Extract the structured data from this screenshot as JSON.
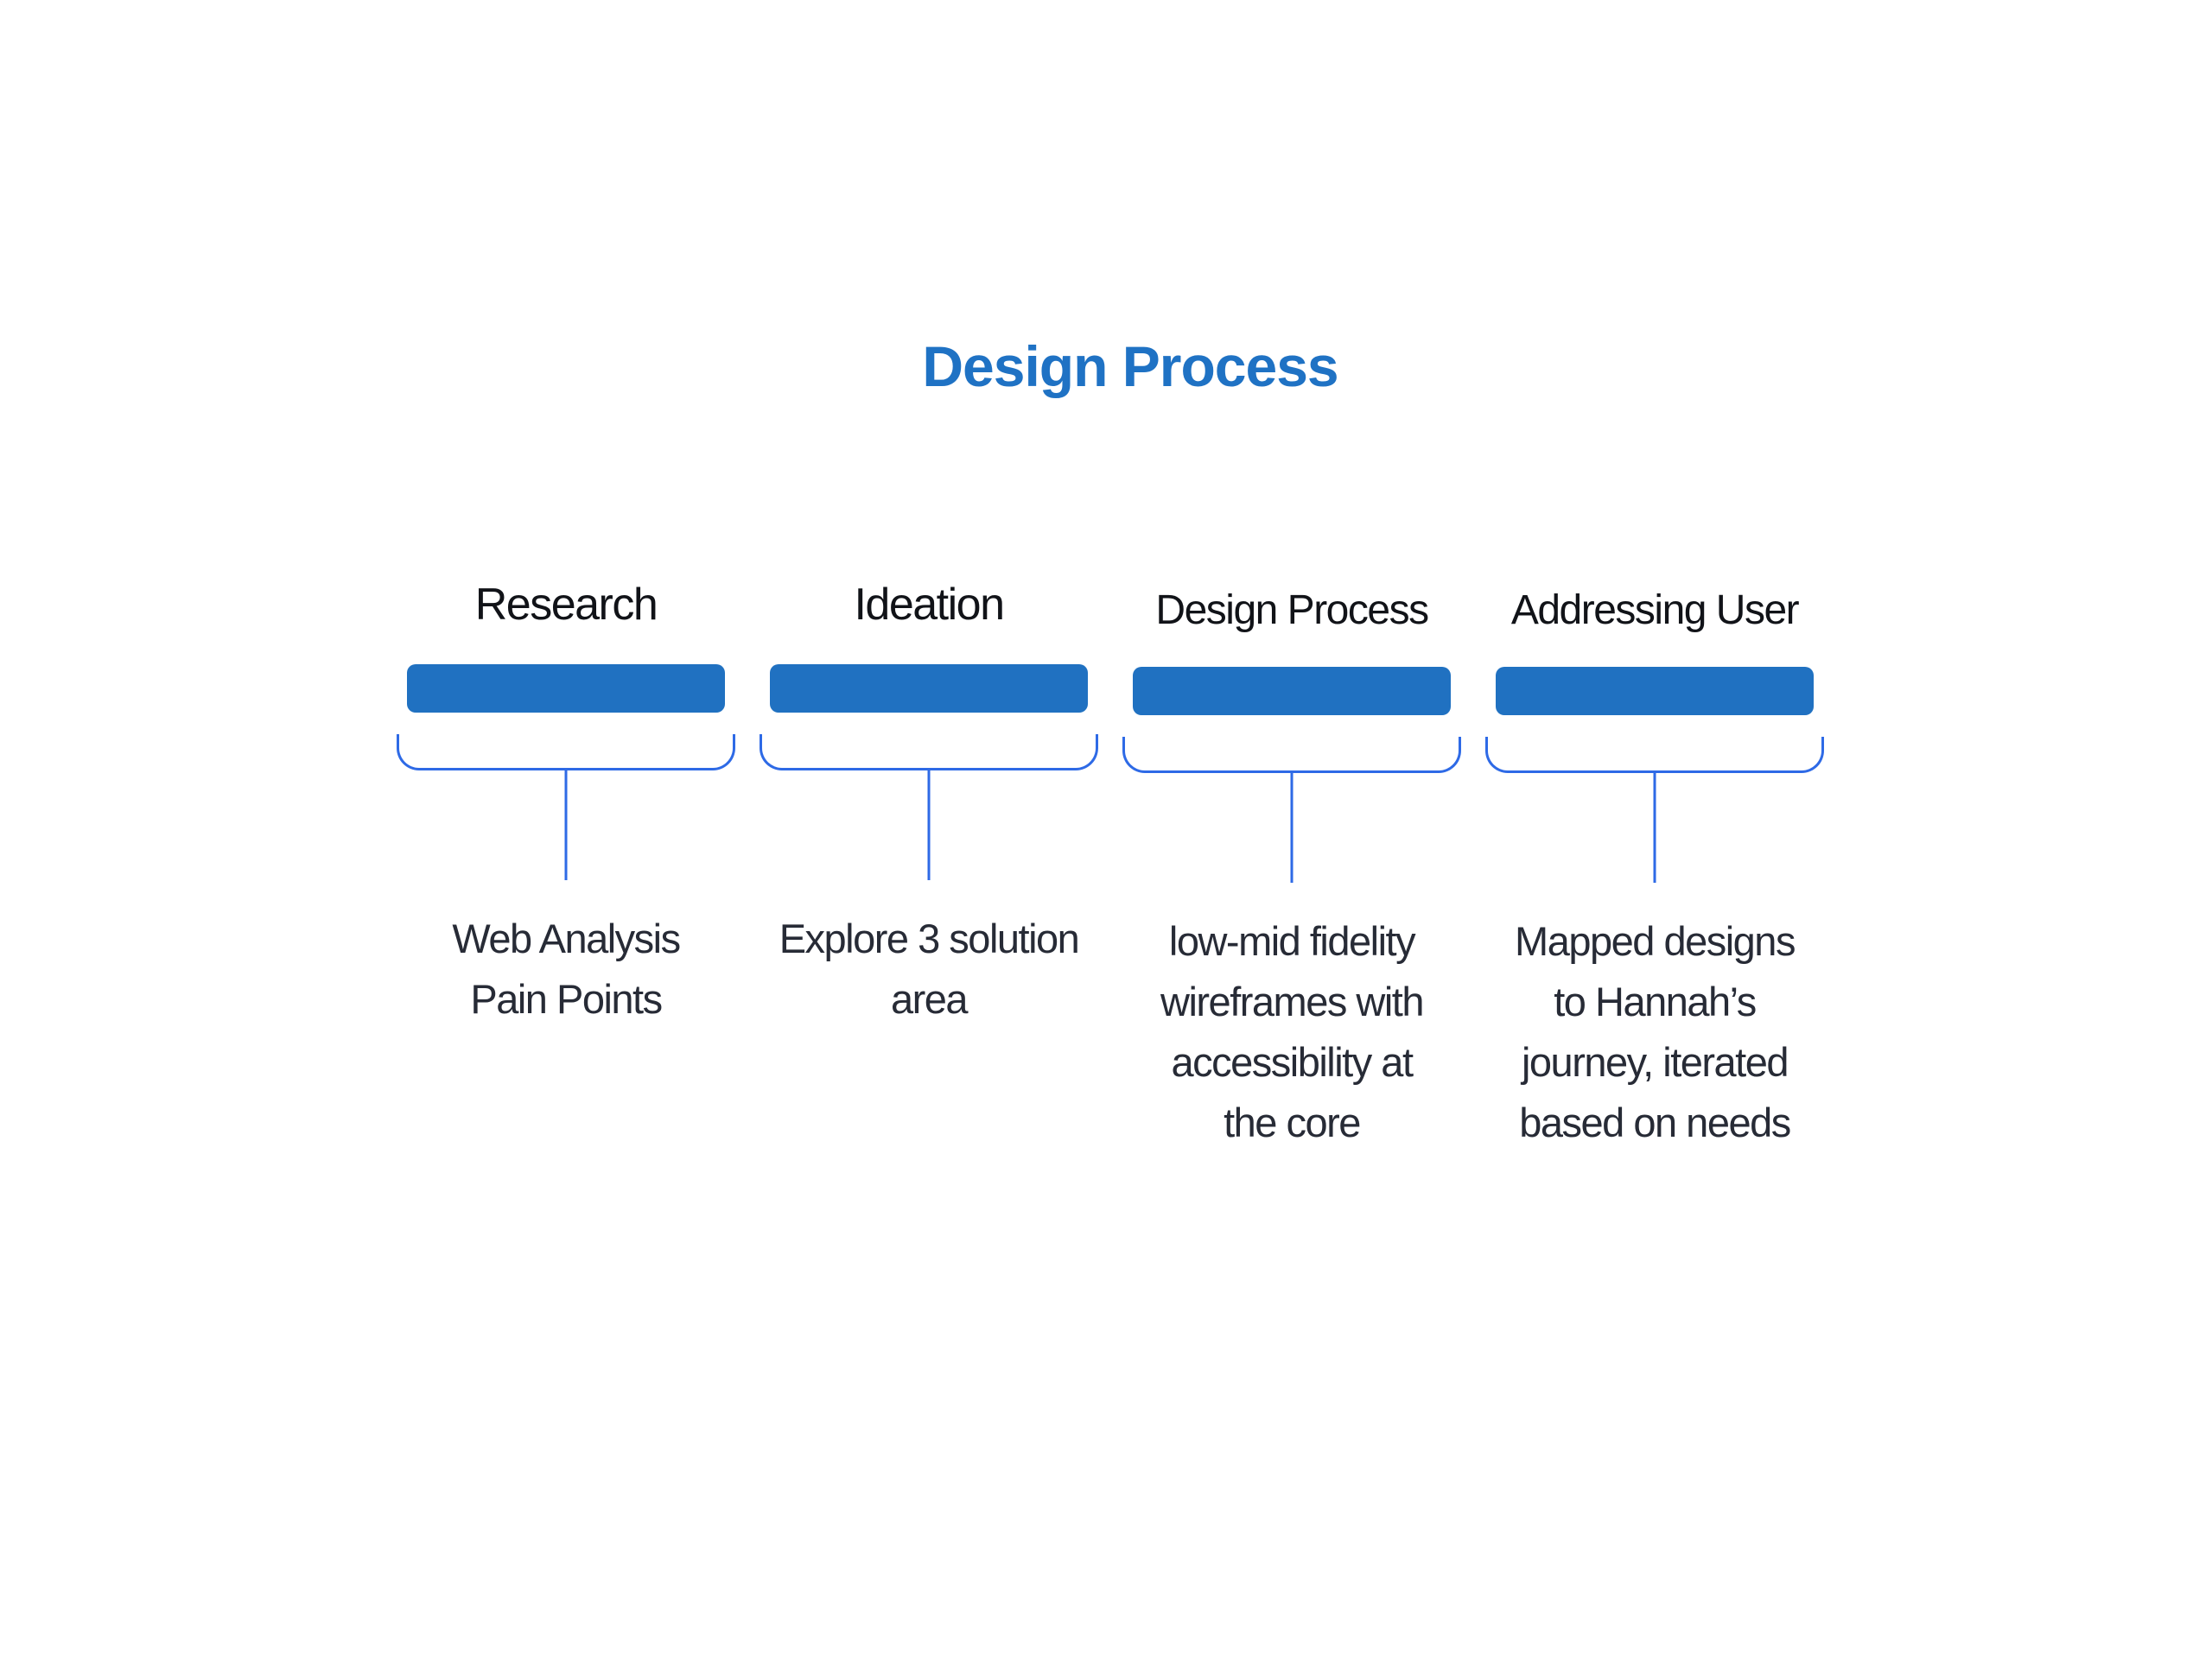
{
  "title": "Design Process",
  "colors": {
    "accent": "#1f72c4",
    "bar": "#2071c1",
    "connector": "#2e6ae6"
  },
  "stages": [
    {
      "label": "Research",
      "description": [
        "Web Analysis",
        "Pain Points"
      ]
    },
    {
      "label": "Ideation",
      "description": [
        "Explore 3 solution",
        "area"
      ]
    },
    {
      "label": "Design Process",
      "description": [
        "low-mid fidelity",
        "wireframes with",
        "accessibility at",
        "the core"
      ]
    },
    {
      "label": "Addressing User",
      "description": [
        "Mapped designs",
        "to Hannah’s",
        "journey, iterated",
        "based on needs"
      ]
    }
  ]
}
